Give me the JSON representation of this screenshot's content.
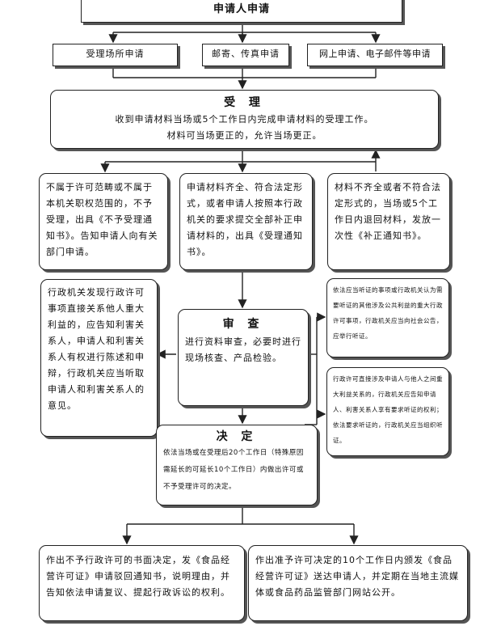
{
  "top_box": "申请人申请",
  "channels": [
    "受理场所申请",
    "邮寄、传真申请",
    "网上申请、电子邮件等申请"
  ],
  "accept": {
    "title": "受 理",
    "line1": "收到申请材料当场或5个工作日内完成申请材料的受理工作。",
    "line2": "材料可当场更正的，允许当场更正。"
  },
  "branch_left": "不属于许可范畴或不属于本机关职权范围的，不予受理，出具《不予受理通知书》。告知申请人向有关部门申请。",
  "branch_mid": "申请材料齐全、符合法定形式，或者申请人按照本行政机关的要求提交全部补正申请材料的，出具《受理通知书》。",
  "branch_right": "材料不齐全或者不符合法定形式的，当场或5个工作日内退回材料，发放一次性《补正通知书》。",
  "review_left": "行政机关发现行政许可事项直接关系他人重大利益的，应告知利害关系人，申请人和利害关系人有权进行陈述和申辩，行政机关应当听取申请人和利害关系人的意见。",
  "review": {
    "title": "审 查",
    "body": "进行资料审查，必要时进行现场核查、产品检验。"
  },
  "hearing_top": "依法应当听证的事项或行政机关认为需要听证的其他涉及公共利益的重大行政许可事项，行政机关应当向社会公告，应举行听证。",
  "hearing_bottom": "行政许可直接涉及申请人与他人之间重大利益关系的，行政机关应告知申请人、利害关系人享有要求听证的权利；依法要求听证的，行政机关应当组织听证。",
  "decision": {
    "title": "决 定",
    "body": "依法当场或在受理后20个工作日（特殊原因需延长的可延长10个工作日）内做出许可或不予受理许可的决定。"
  },
  "result_left": "作出不予行政许可的书面决定，发《食品经营许可证》申请驳回通知书，说明理由，并告知依法申请复议、提起行政诉讼的权利。",
  "result_right": "作出准予许可决定的10个工作日内颁发《食品经营许可证》送达申请人，并定期在当地主流媒体或食品药品监管部门网站公开。"
}
